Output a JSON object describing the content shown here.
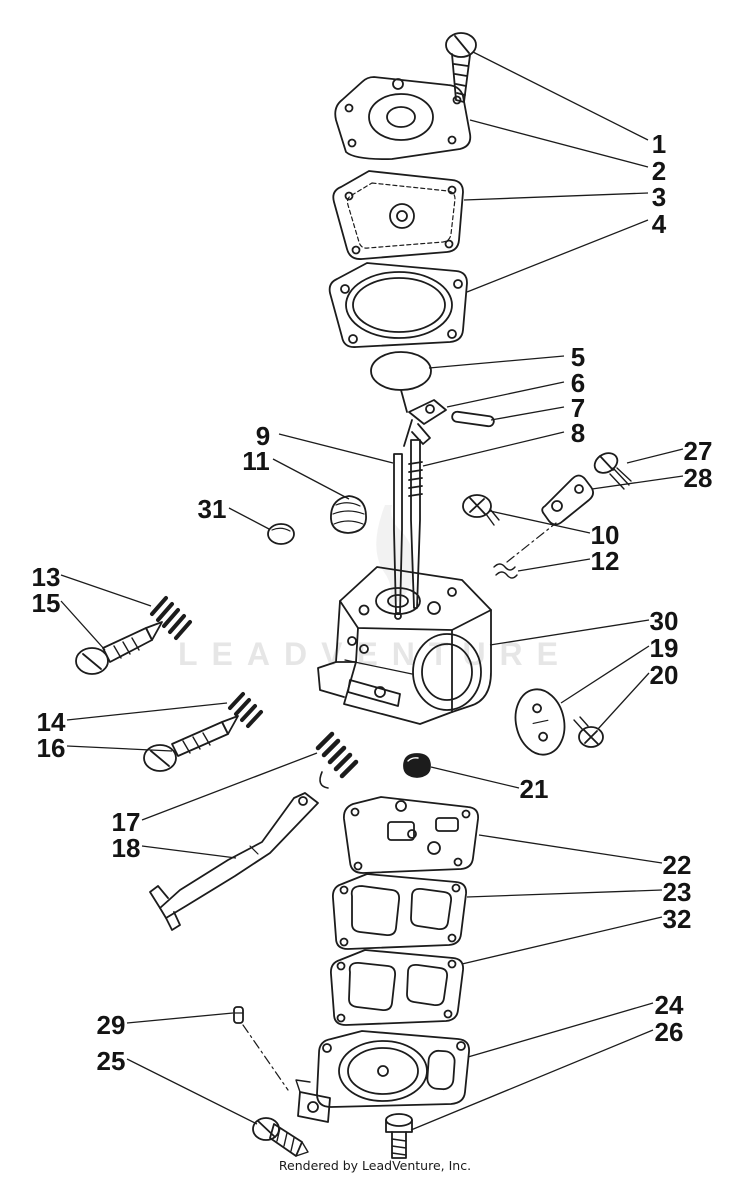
{
  "watermark": "LEADVENTURE",
  "footer": "Rendered by LeadVenture, Inc.",
  "callouts": {
    "c1": "1",
    "c2": "2",
    "c3": "3",
    "c4": "4",
    "c5": "5",
    "c6": "6",
    "c7": "7",
    "c8": "8",
    "c9": "9",
    "c10": "10",
    "c11": "11",
    "c12": "12",
    "c13": "13",
    "c14": "14",
    "c15": "15",
    "c16": "16",
    "c17": "17",
    "c18": "18",
    "c19": "19",
    "c20": "20",
    "c21": "21",
    "c22": "22",
    "c23": "23",
    "c24": "24",
    "c25": "25",
    "c26": "26",
    "c27": "27",
    "c28": "28",
    "c29": "29",
    "c30": "30",
    "c31": "31",
    "c32": "32"
  }
}
